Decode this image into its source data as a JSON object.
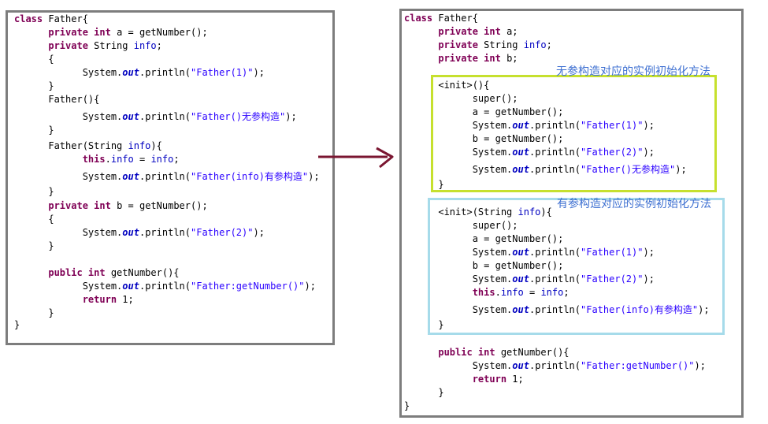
{
  "left_code": [
    [
      [
        "kw",
        "class"
      ],
      [
        "t",
        " Father{"
      ]
    ],
    [
      [
        "t",
        "      "
      ],
      [
        "kw",
        "private int"
      ],
      [
        "t",
        " a = getNumber();"
      ]
    ],
    [
      [
        "t",
        "      "
      ],
      [
        "kw",
        "private"
      ],
      [
        "t",
        " String "
      ],
      [
        "fld",
        "info"
      ],
      [
        "t",
        ";"
      ]
    ],
    [
      [
        "t",
        "      {"
      ]
    ],
    [
      [
        "t",
        "            System."
      ],
      [
        "static",
        "out"
      ],
      [
        "t",
        ".println("
      ],
      [
        "str",
        "\"Father(1)\""
      ],
      [
        "t",
        ");"
      ]
    ],
    [
      [
        "t",
        "      }"
      ]
    ],
    [
      [
        "t",
        "      Father(){"
      ]
    ],
    [
      [
        "t",
        "            System."
      ],
      [
        "static",
        "out"
      ],
      [
        "t",
        ".println("
      ],
      [
        "str",
        "\"Father()无参构造\""
      ],
      [
        "t",
        ");"
      ]
    ],
    [
      [
        "t",
        "      }"
      ]
    ],
    [
      [
        "t",
        "      Father(String "
      ],
      [
        "fld",
        "info"
      ],
      [
        "t",
        "){"
      ]
    ],
    [
      [
        "t",
        "            "
      ],
      [
        "kw",
        "this"
      ],
      [
        "t",
        "."
      ],
      [
        "fld",
        "info"
      ],
      [
        "t",
        " = "
      ],
      [
        "fld",
        "info"
      ],
      [
        "t",
        ";"
      ]
    ],
    [
      [
        "t",
        "            System."
      ],
      [
        "static",
        "out"
      ],
      [
        "t",
        ".println("
      ],
      [
        "str",
        "\"Father(info)有参构造\""
      ],
      [
        "t",
        ");"
      ]
    ],
    [
      [
        "t",
        "      }"
      ]
    ],
    [
      [
        "t",
        "      "
      ],
      [
        "kw",
        "private int"
      ],
      [
        "t",
        " b = getNumber();"
      ]
    ],
    [
      [
        "t",
        "      {"
      ]
    ],
    [
      [
        "t",
        "            System."
      ],
      [
        "static",
        "out"
      ],
      [
        "t",
        ".println("
      ],
      [
        "str",
        "\"Father(2)\""
      ],
      [
        "t",
        ");"
      ]
    ],
    [
      [
        "t",
        "      }"
      ]
    ],
    [
      [
        "t",
        "      "
      ],
      [
        "kw",
        "public int"
      ],
      [
        "t",
        " getNumber(){"
      ]
    ],
    [
      [
        "t",
        "            System."
      ],
      [
        "static",
        "out"
      ],
      [
        "t",
        ".println("
      ],
      [
        "str",
        "\"Father:getNumber()\""
      ],
      [
        "t",
        ");"
      ]
    ],
    [
      [
        "t",
        "            "
      ],
      [
        "kw",
        "return"
      ],
      [
        "t",
        " 1;"
      ]
    ],
    [
      [
        "t",
        "      }"
      ]
    ],
    [
      [
        "t",
        "}"
      ]
    ]
  ],
  "right_code": [
    [
      [
        "kw",
        "class"
      ],
      [
        "t",
        " Father{"
      ]
    ],
    [
      [
        "t",
        "      "
      ],
      [
        "kw",
        "private int"
      ],
      [
        "t",
        " a;"
      ]
    ],
    [
      [
        "t",
        "      "
      ],
      [
        "kw",
        "private"
      ],
      [
        "t",
        " String "
      ],
      [
        "fld",
        "info"
      ],
      [
        "t",
        ";"
      ]
    ],
    [
      [
        "t",
        "      "
      ],
      [
        "kw",
        "private int"
      ],
      [
        "t",
        " b;"
      ]
    ],
    [
      [
        "t",
        "      <init>(){"
      ]
    ],
    [
      [
        "t",
        "            super();"
      ]
    ],
    [
      [
        "t",
        "            a = getNumber();"
      ]
    ],
    [
      [
        "t",
        "            System."
      ],
      [
        "static",
        "out"
      ],
      [
        "t",
        ".println("
      ],
      [
        "str",
        "\"Father(1)\""
      ],
      [
        "t",
        ");"
      ]
    ],
    [
      [
        "t",
        "            b = getNumber();"
      ]
    ],
    [
      [
        "t",
        "            System."
      ],
      [
        "static",
        "out"
      ],
      [
        "t",
        ".println("
      ],
      [
        "str",
        "\"Father(2)\""
      ],
      [
        "t",
        ");"
      ]
    ],
    [
      [
        "t",
        "            System."
      ],
      [
        "static",
        "out"
      ],
      [
        "t",
        ".println("
      ],
      [
        "str",
        "\"Father()无参构造\""
      ],
      [
        "t",
        ");"
      ]
    ],
    [
      [
        "t",
        "      }"
      ]
    ],
    [
      [
        "t",
        "      <init>(String "
      ],
      [
        "fld",
        "info"
      ],
      [
        "t",
        "){"
      ]
    ],
    [
      [
        "t",
        "            super();"
      ]
    ],
    [
      [
        "t",
        "            a = getNumber();"
      ]
    ],
    [
      [
        "t",
        "            System."
      ],
      [
        "static",
        "out"
      ],
      [
        "t",
        ".println("
      ],
      [
        "str",
        "\"Father(1)\""
      ],
      [
        "t",
        ");"
      ]
    ],
    [
      [
        "t",
        "            b = getNumber();"
      ]
    ],
    [
      [
        "t",
        "            System."
      ],
      [
        "static",
        "out"
      ],
      [
        "t",
        ".println("
      ],
      [
        "str",
        "\"Father(2)\""
      ],
      [
        "t",
        ");"
      ]
    ],
    [
      [
        "t",
        "            "
      ],
      [
        "kw",
        "this"
      ],
      [
        "t",
        "."
      ],
      [
        "fld",
        "info"
      ],
      [
        "t",
        " = "
      ],
      [
        "fld",
        "info"
      ],
      [
        "t",
        ";"
      ]
    ],
    [
      [
        "t",
        "            System."
      ],
      [
        "static",
        "out"
      ],
      [
        "t",
        ".println("
      ],
      [
        "str",
        "\"Father(info)有参构造\""
      ],
      [
        "t",
        ");"
      ]
    ],
    [
      [
        "t",
        "      }"
      ]
    ],
    [
      [
        "t",
        "      "
      ],
      [
        "kw",
        "public int"
      ],
      [
        "t",
        " getNumber(){"
      ]
    ],
    [
      [
        "t",
        "            System."
      ],
      [
        "static",
        "out"
      ],
      [
        "t",
        ".println("
      ],
      [
        "str",
        "\"Father:getNumber()\""
      ],
      [
        "t",
        ");"
      ]
    ],
    [
      [
        "t",
        "            "
      ],
      [
        "kw",
        "return"
      ],
      [
        "t",
        " 1;"
      ]
    ],
    [
      [
        "t",
        "      }"
      ]
    ],
    [
      [
        "t",
        "}"
      ]
    ]
  ],
  "annotations": {
    "noarg": "无参构造对应的实例初始化方法",
    "arg": "有参构造对应的实例初始化方法"
  },
  "colors": {
    "panel_border": "#7d7d7d",
    "noarg_box": "#c6e02e",
    "arg_box": "#a6dbea",
    "annotation": "#3d6fd1",
    "arrow": "#7a1530"
  }
}
